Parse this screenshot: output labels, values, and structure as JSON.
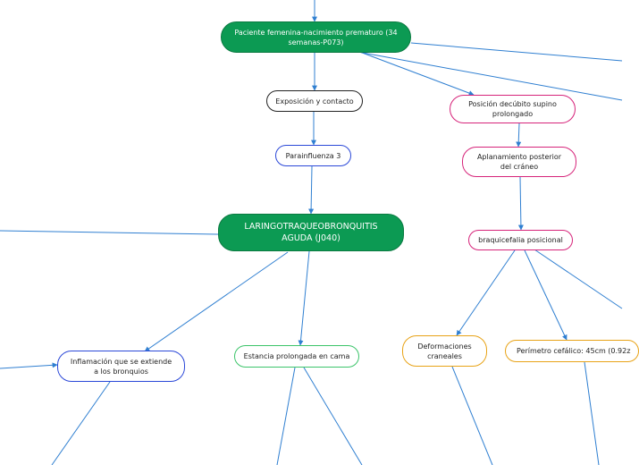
{
  "colors": {
    "main_fill": "#0c9a53",
    "connector": "#2f7fd1",
    "border_black": "#222222",
    "border_blue": "#2b48d8",
    "border_green": "#3cc46a",
    "border_pink": "#d6247a",
    "border_orange": "#e8a317"
  },
  "nodes": {
    "paciente": "Paciente femenina-nacimiento prematuro (34\nsemanas-P073)",
    "exposicion": "Exposición y contacto",
    "parainfluenza": "Parainfluenza 3",
    "diagnostico": "LARINGOTRAQUEOBRONQUITIS\nAGUDA (J040)",
    "inflamacion": "Inflamación que se extiende\na los bronquios",
    "estancia": "Estancia prolongada en cama",
    "posicion": "Posición decúbito supino\nprolongado",
    "aplanamiento": "Aplanamiento posterior\ndel cráneo",
    "braquicefalia": "braquicefalia posicional",
    "deformaciones": "Deformaciones\ncraneales",
    "perimetro": "Perímetro cefálico: 45cm (0.92z"
  }
}
